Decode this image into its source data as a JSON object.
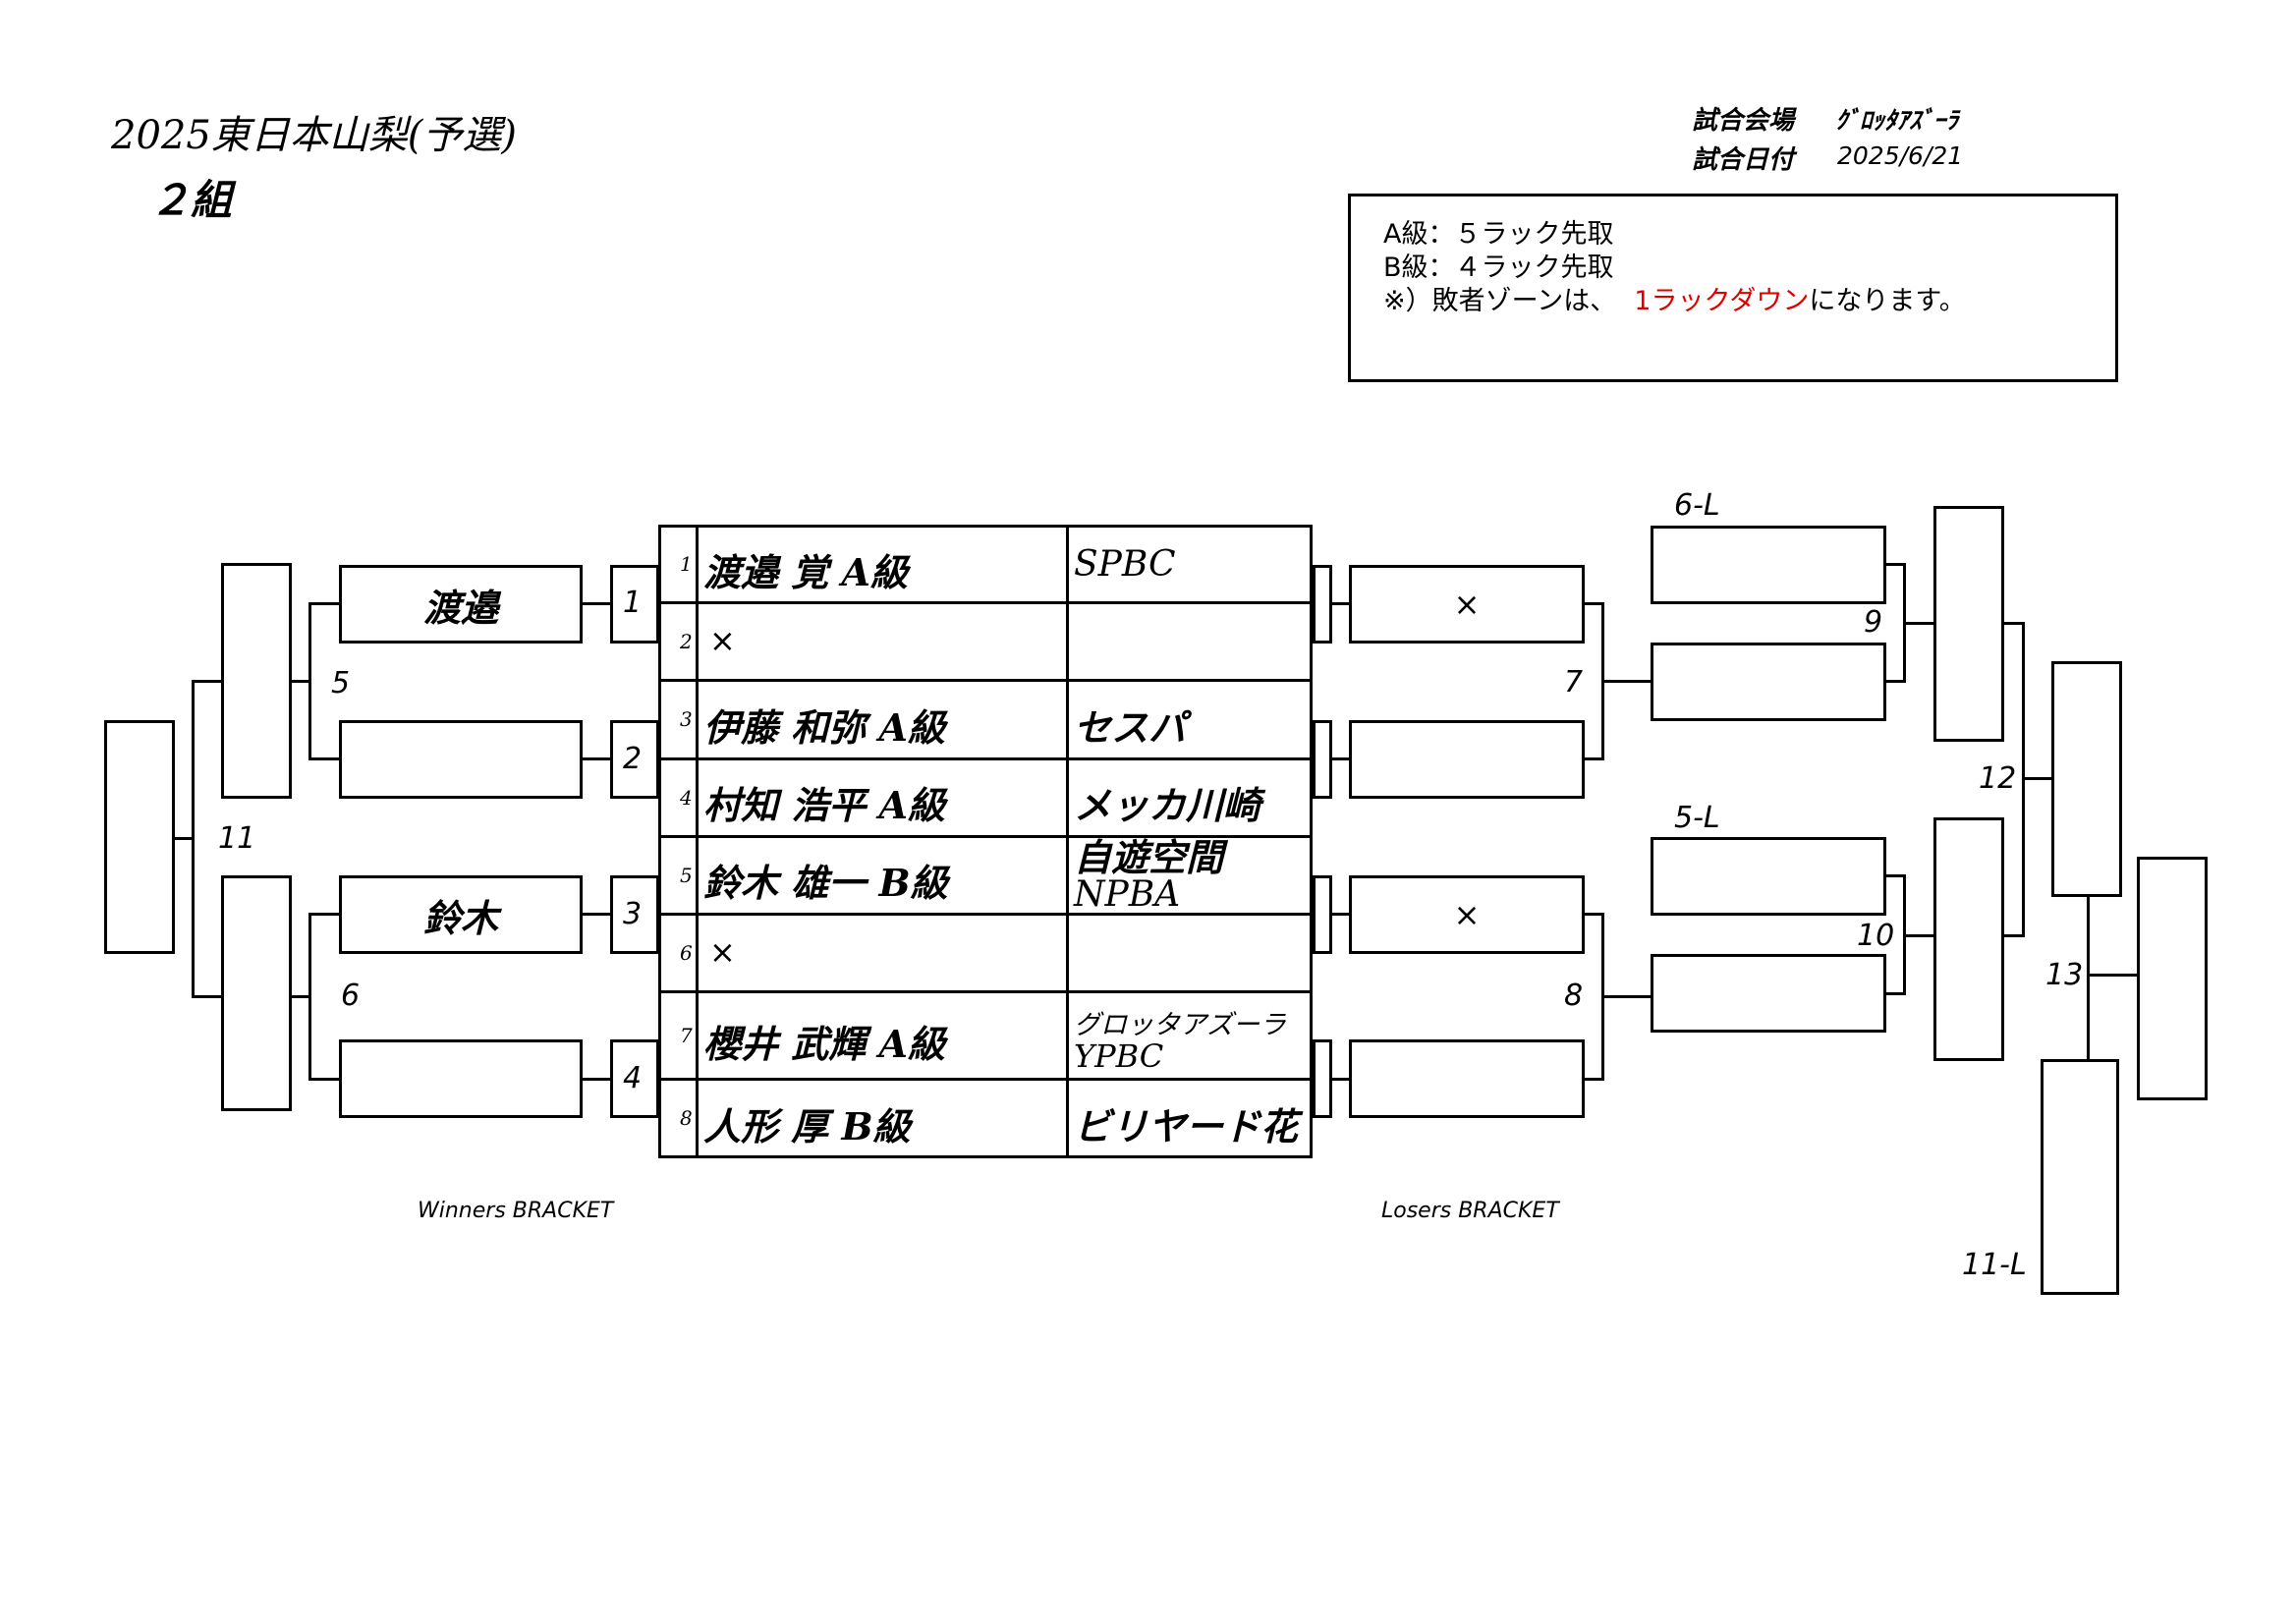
{
  "header": {
    "title": "2025東日本山梨(予選)",
    "group": "２組",
    "venue_label": "試合会場",
    "venue_value": "ｸﾞﾛｯﾀｱｽﾞｰﾗ",
    "date_label": "試合日付",
    "date_value": "2025/6/21"
  },
  "rules": {
    "line1": "A級：５ラック先取",
    "line2": "B級：４ラック先取",
    "line3_prefix": "※）敗者ゾーンは、",
    "line3_highlight": "1ラックダウン",
    "line3_suffix": "になります。"
  },
  "colors": {
    "highlight": "#e10000",
    "line": "#000000"
  },
  "players": [
    {
      "seed": "1",
      "name": "渡邉 覚 A級",
      "club": "SPBC"
    },
    {
      "seed": "2",
      "name": "×",
      "club": ""
    },
    {
      "seed": "3",
      "name": "伊藤 和弥 A級",
      "club": "セスパ"
    },
    {
      "seed": "4",
      "name": "村知 浩平 A級",
      "club": "メッカ川崎"
    },
    {
      "seed": "5",
      "name": "鈴木 雄一 B級",
      "club_line1": "自遊空間",
      "club_line2": "NPBA"
    },
    {
      "seed": "6",
      "name": "×",
      "club": ""
    },
    {
      "seed": "7",
      "name": "櫻井 武輝 A級",
      "club_line1": "グロッタアズーラ",
      "club_line2": "YPBC"
    },
    {
      "seed": "8",
      "name": "人形 厚 B級",
      "club": "ビリヤード花"
    }
  ],
  "winners": {
    "match_numbers": [
      "1",
      "2",
      "3",
      "4",
      "5",
      "6",
      "11"
    ],
    "entries": [
      "渡邉",
      "",
      "鈴木",
      ""
    ],
    "caption": "Winners BRACKET"
  },
  "losers": {
    "match_numbers": [
      "7",
      "8",
      "9",
      "10",
      "12",
      "13"
    ],
    "entries": [
      "×",
      "",
      "×",
      ""
    ],
    "labels": [
      "6-L",
      "5-L",
      "11-L"
    ],
    "caption": "Losers BRACKET"
  }
}
